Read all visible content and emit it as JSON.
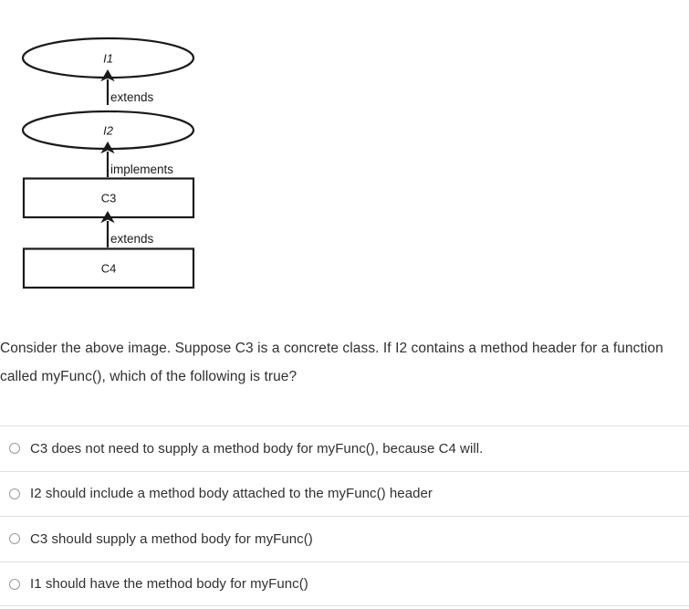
{
  "diagram": {
    "name": "uml-inheritance-diagram",
    "nodes": [
      {
        "id": "i1",
        "label": "I1",
        "shape": "ellipse",
        "stereotype": "interface"
      },
      {
        "id": "i2",
        "label": "I2",
        "shape": "ellipse",
        "stereotype": "interface"
      },
      {
        "id": "c3",
        "label": "C3",
        "shape": "rectangle",
        "stereotype": "class"
      },
      {
        "id": "c4",
        "label": "C4",
        "shape": "rectangle",
        "stereotype": "class"
      }
    ],
    "edges": [
      {
        "from": "i2",
        "to": "i1",
        "label": "extends"
      },
      {
        "from": "c3",
        "to": "i2",
        "label": "implements"
      },
      {
        "from": "c4",
        "to": "c3",
        "label": "extends"
      }
    ],
    "colors": {
      "stroke": "#1a1a1a",
      "fill": "#ffffff"
    }
  },
  "question": {
    "text": "Consider the above image. Suppose C3 is a concrete class. If I2 contains a method header for a function called myFunc(), which of the following is true?"
  },
  "options": [
    {
      "id": "option-a",
      "label": "C3 does not need to supply a method body for myFunc(), because C4 will.",
      "selected": false
    },
    {
      "id": "option-b",
      "label": "I2 should include a method body attached to the myFunc() header",
      "selected": false
    },
    {
      "id": "option-c",
      "label": "C3 should supply a method body for myFunc()",
      "selected": false
    },
    {
      "id": "option-d",
      "label": "I1 should have the method body for myFunc()",
      "selected": false
    }
  ],
  "theme": {
    "text_color": "#2f3032",
    "divider_color": "#e0e0e0",
    "radio_border": "#9a9a9a",
    "background": "#ffffff"
  }
}
